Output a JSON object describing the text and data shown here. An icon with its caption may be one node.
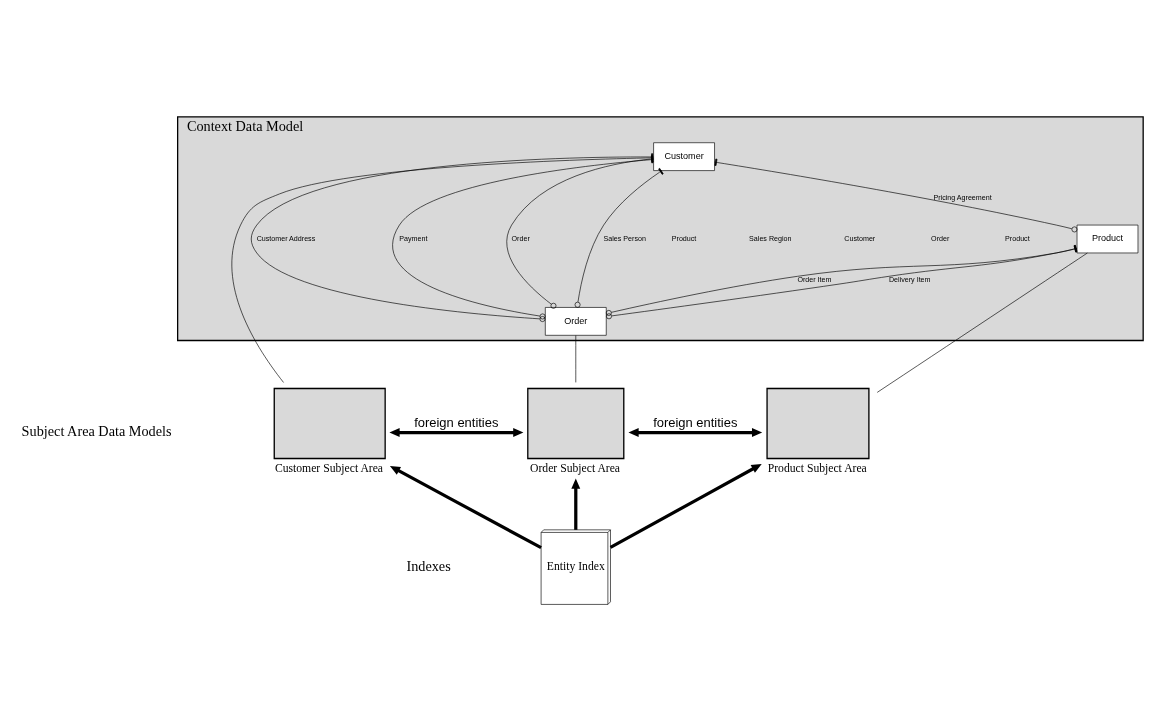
{
  "diagram": {
    "nodes": [
      {
        "text": [
          "Context Data Model"
        ]
      },
      {
        "text": [
          "Customer"
        ],
        "in": 0
      },
      {
        "text": [
          "Product"
        ],
        "in": 0
      },
      {
        "text": [
          "Order"
        ],
        "in": 0
      },
      {
        "text": [],
        "shape": "box",
        "beside": [
          "Customer Subject Area"
        ]
      },
      {
        "text": [],
        "shape": "box",
        "beside": [
          "Order Subject Area"
        ]
      },
      {
        "text": [],
        "shape": "box",
        "beside": [
          "Product Subject Area"
        ]
      },
      {
        "text": [
          "Entity Index"
        ]
      }
    ],
    "edges": [
      {
        "from": 1,
        "to": 2,
        "arrow": "other",
        "label": "Pricing Agreement"
      },
      {
        "from": 1,
        "to": 3,
        "arrow": "other",
        "label": "Customer Address"
      },
      {
        "from": 1,
        "to": 3,
        "arrow": "other",
        "label": "Payment"
      },
      {
        "from": 1,
        "to": 3,
        "arrow": "other",
        "label": "Order"
      },
      {
        "from": 1,
        "to": 3,
        "arrow": "other",
        "label": "Sales Person"
      },
      {
        "from": 2,
        "to": 3,
        "arrow": "other",
        "label": "Order Item"
      },
      {
        "from": 2,
        "to": 3,
        "arrow": "other",
        "label": "Delivery Item"
      },
      {
        "from": 1,
        "to": 4,
        "arrow": "none"
      },
      {
        "from": 3,
        "to": 5,
        "arrow": "none"
      },
      {
        "from": 2,
        "to": 6,
        "arrow": "none"
      },
      {
        "from": 4,
        "to": 5,
        "arrow": "both",
        "label": "foreign entities",
        "style": "thick"
      },
      {
        "from": 5,
        "to": 6,
        "arrow": "both",
        "label": "foreign entities",
        "style": "thick"
      },
      {
        "from": 7,
        "to": 4,
        "arrow": "to",
        "style": "thick"
      },
      {
        "from": 7,
        "to": 5,
        "arrow": "to",
        "style": "thick"
      },
      {
        "from": 7,
        "to": 6,
        "arrow": "to",
        "style": "thick"
      }
    ],
    "labels": [
      "Product",
      "Sales Region",
      "Customer",
      "Order",
      "Product",
      "Subject Area Data Models",
      "Indexes"
    ]
  }
}
